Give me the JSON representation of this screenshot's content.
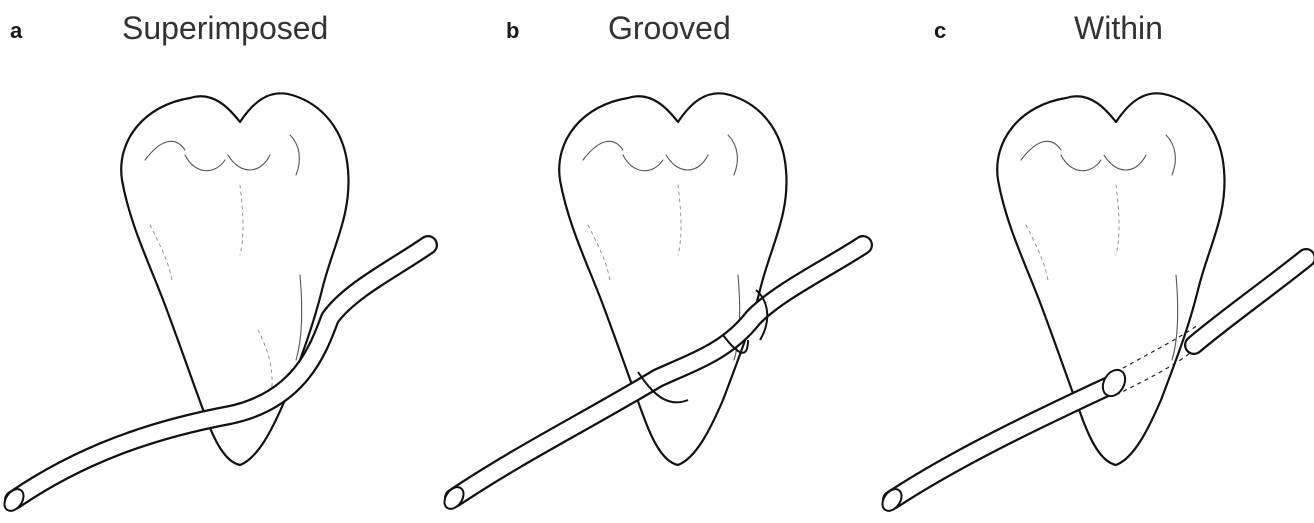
{
  "panels": [
    {
      "letter": "a",
      "title": "Superimposed"
    },
    {
      "letter": "b",
      "title": "Grooved"
    },
    {
      "letter": "c",
      "title": "Within"
    }
  ]
}
